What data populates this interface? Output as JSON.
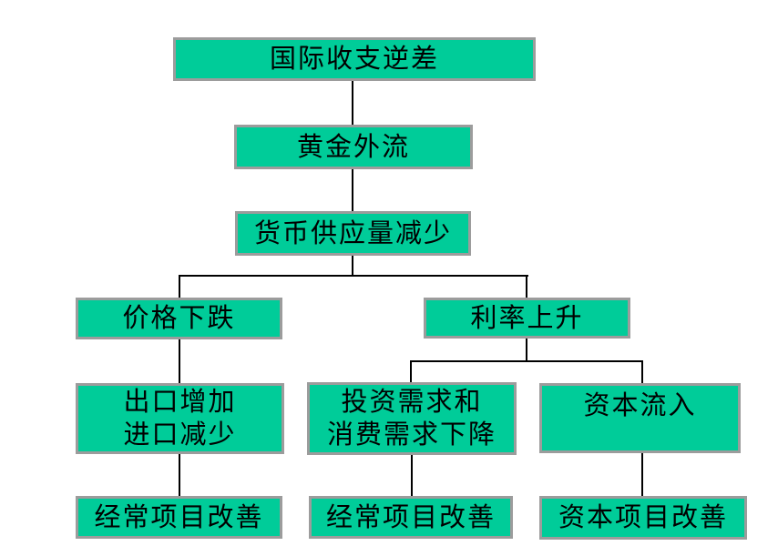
{
  "diagram": {
    "type": "flowchart",
    "background_color": "#ffffff",
    "node_fill_color": "#00cc99",
    "node_border_color": "#9c9c9c",
    "connector_color": "#000000",
    "text_color": "#000000"
  },
  "nodes": {
    "balance_of_payments_deficit": {
      "label": "国际收支逆差"
    },
    "gold_outflow": {
      "label": "黄金外流"
    },
    "money_supply_decrease": {
      "label": "货币供应量减少"
    },
    "price_fall": {
      "label": "价格下跌"
    },
    "interest_rate_rise": {
      "label": "利率上升"
    },
    "export_up_import_down": {
      "lines": [
        "出口增加",
        "进口减少"
      ]
    },
    "investment_consumption_demand_fall": {
      "lines": [
        "投资需求和",
        "消费需求下降"
      ]
    },
    "capital_inflow": {
      "label": "资本流入"
    },
    "current_account_improve_left": {
      "label": "经常项目改善"
    },
    "current_account_improve_middle": {
      "label": "经常项目改善"
    },
    "capital_account_improve": {
      "label": "资本项目改善"
    }
  },
  "edges": [
    {
      "from": "国际收支逆差",
      "to": "黄金外流"
    },
    {
      "from": "黄金外流",
      "to": "货币供应量减少"
    },
    {
      "from": "货币供应量减少",
      "to": "价格下跌"
    },
    {
      "from": "货币供应量减少",
      "to": "利率上升"
    },
    {
      "from": "价格下跌",
      "to": "出口增加 进口减少"
    },
    {
      "from": "利率上升",
      "to": "投资需求和 消费需求下降"
    },
    {
      "from": "利率上升",
      "to": "资本流入"
    },
    {
      "from": "出口增加 进口减少",
      "to": "经常项目改善"
    },
    {
      "from": "投资需求和 消费需求下降",
      "to": "经常项目改善"
    },
    {
      "from": "资本流入",
      "to": "资本项目改善"
    }
  ]
}
